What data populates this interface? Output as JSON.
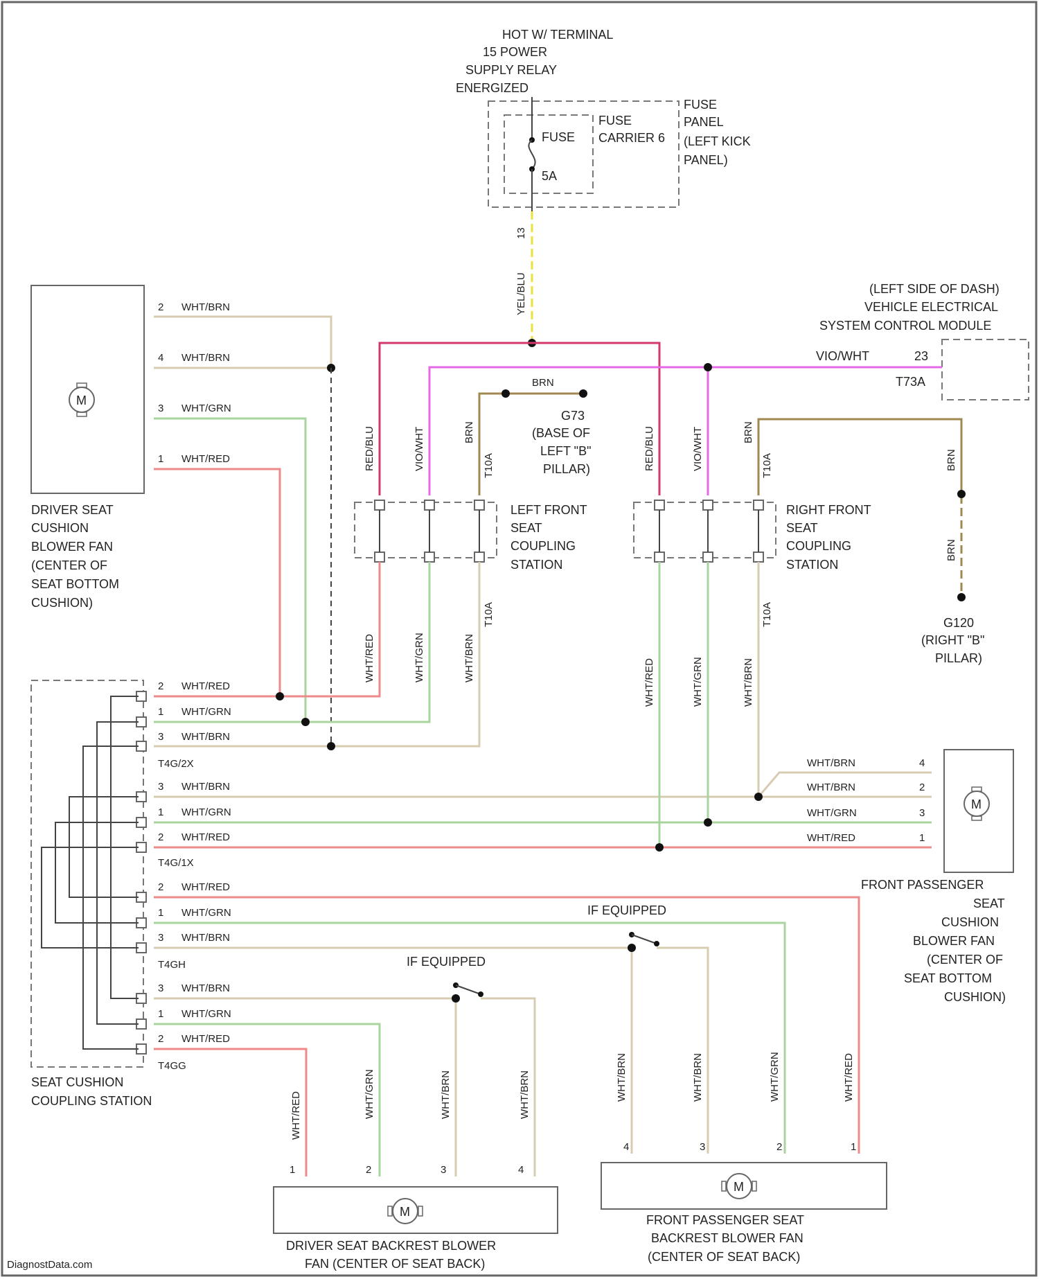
{
  "colors": {
    "yel_blu": "#e9e23a",
    "red_blu": "#d2386b",
    "vio_wht": "#e46ae6",
    "brn": "#a08850",
    "wht_brn": "#d7ccb2",
    "wht_grn": "#a9d49d",
    "wht_red": "#ee8a8a",
    "frame": "#666666"
  },
  "power": {
    "l1": "HOT W/ TERMINAL",
    "l2": "15 POWER",
    "l3": "SUPPLY RELAY",
    "l4": "ENERGIZED"
  },
  "fuse": {
    "name": "FUSE",
    "amp": "5A",
    "carrier": "FUSE\nCARRIER 6",
    "pin": "13"
  },
  "fuse_panel": {
    "l1": "FUSE",
    "l2": "PANEL",
    "l3": "(LEFT KICK",
    "l4": "PANEL)"
  },
  "wire_main": "YEL/BLU",
  "vecm": {
    "l1": "(LEFT SIDE OF DASH)",
    "l2": "VEHICLE ELECTRICAL",
    "l3": "SYSTEM CONTROL MODULE",
    "wire": "VIO/WHT",
    "pin": "23",
    "conn": "T73A"
  },
  "g73": {
    "wire": "BRN",
    "l1": "G73",
    "l2": "(BASE OF",
    "l3": "LEFT \"B\"",
    "l4": "PILLAR)"
  },
  "g120": {
    "wire": "BRN",
    "l1": "G120",
    "l2": "(RIGHT \"B\"",
    "l3": "PILLAR)"
  },
  "lf_station": {
    "l1": "LEFT FRONT",
    "l2": "SEAT",
    "l3": "COUPLING",
    "l4": "STATION",
    "wires_top": [
      "RED/BLU",
      "VIO/WHT",
      "BRN"
    ],
    "wires_bottom": [
      "WHT/RED",
      "WHT/GRN",
      "WHT/BRN"
    ],
    "conn": "T10A"
  },
  "rf_station": {
    "l1": "RIGHT FRONT",
    "l2": "SEAT",
    "l3": "COUPLING",
    "l4": "STATION",
    "wires_top": [
      "RED/BLU",
      "VIO/WHT",
      "BRN"
    ],
    "wires_bottom": [
      "WHT/RED",
      "WHT/GRN",
      "WHT/BRN"
    ],
    "conn": "T10A"
  },
  "driver_fan": {
    "l1": "DRIVER SEAT",
    "l2": "CUSHION",
    "l3": "BLOWER FAN",
    "l4": "(CENTER OF",
    "l5": "SEAT BOTTOM",
    "l6": "CUSHION)",
    "pins": [
      "2",
      "4",
      "3",
      "1"
    ],
    "wires": [
      "WHT/BRN",
      "WHT/BRN",
      "WHT/GRN",
      "WHT/RED"
    ],
    "motor": "M"
  },
  "coupling": {
    "l1": "SEAT CUSHION",
    "l2": "COUPLING STATION",
    "conns": [
      "T4G/2X",
      "T4G/1X",
      "T4GH",
      "T4GG"
    ],
    "g1": {
      "pins": [
        "2",
        "1",
        "3"
      ],
      "wires": [
        "WHT/RED",
        "WHT/GRN",
        "WHT/BRN"
      ]
    },
    "g2": {
      "pins": [
        "3",
        "1",
        "2"
      ],
      "wires": [
        "WHT/BRN",
        "WHT/GRN",
        "WHT/RED"
      ]
    },
    "g3": {
      "pins": [
        "2",
        "1",
        "3"
      ],
      "wires": [
        "WHT/RED",
        "WHT/GRN",
        "WHT/BRN"
      ]
    },
    "g4": {
      "pins": [
        "3",
        "1",
        "2"
      ],
      "wires": [
        "WHT/BRN",
        "WHT/GRN",
        "WHT/RED"
      ]
    }
  },
  "pass_fan": {
    "l1": "FRONT PASSENGER",
    "l2": "SEAT",
    "l3": "CUSHION",
    "l4": "BLOWER FAN",
    "l5": "(CENTER OF",
    "l6": "SEAT BOTTOM",
    "l7": "CUSHION)",
    "pins": [
      "4",
      "2",
      "3",
      "1"
    ],
    "wires": [
      "WHT/BRN",
      "WHT/BRN",
      "WHT/GRN",
      "WHT/RED"
    ],
    "motor": "M"
  },
  "if_equipped": "IF EQUIPPED",
  "driver_back": {
    "l1": "DRIVER SEAT BACKREST BLOWER",
    "l2": "FAN (CENTER OF SEAT BACK)",
    "wires": [
      "WHT/RED",
      "WHT/GRN",
      "WHT/BRN",
      "WHT/BRN"
    ],
    "pins": [
      "1",
      "2",
      "3",
      "4"
    ],
    "motor": "M"
  },
  "pass_back": {
    "l1": "FRONT PASSENGER SEAT",
    "l2": "BACKREST BLOWER FAN",
    "l3": "(CENTER OF SEAT BACK)",
    "wires": [
      "WHT/BRN",
      "WHT/BRN",
      "WHT/GRN",
      "WHT/RED"
    ],
    "pins": [
      "4",
      "3",
      "2",
      "1"
    ],
    "motor": "M"
  },
  "watermark": "DiagnostData.com"
}
